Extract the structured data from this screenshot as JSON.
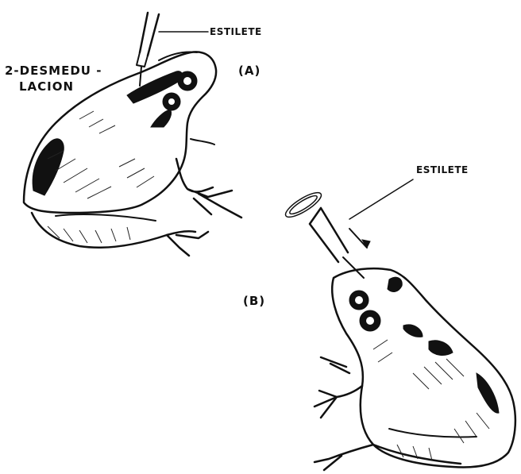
{
  "labels": {
    "stylet_top": "ESTILETE",
    "stylet_bottom": "ESTILETE",
    "step_line1": "2-DESMEDU -",
    "step_line2": "LACION",
    "panel_a": "(A)",
    "panel_b": "(B)"
  },
  "colors": {
    "ink": "#111111",
    "background": "#ffffff"
  }
}
